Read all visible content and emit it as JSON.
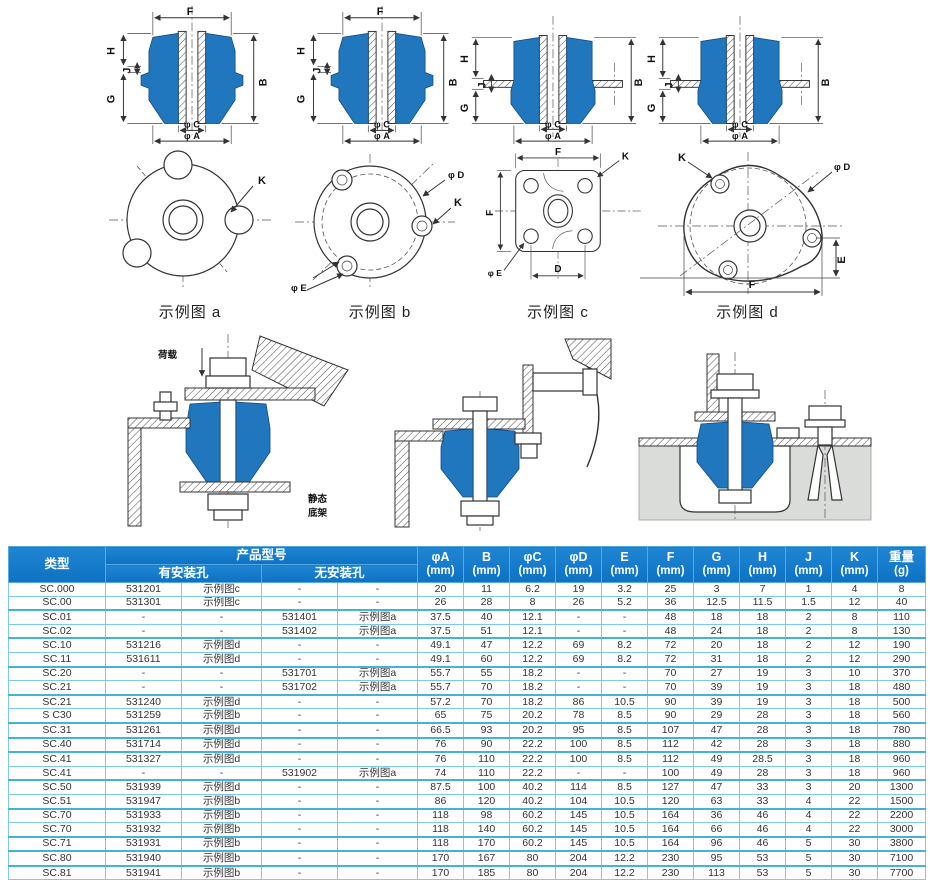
{
  "colors": {
    "header_blue": "#1478cc",
    "grid_cyan": "#6cc6e4",
    "group_separator_cyan": "#45b2d8",
    "drawing_blue": "#2177be",
    "line_dark": "#333333",
    "base_gray": "#d9dcd9"
  },
  "drawing_labels": {
    "f": "F",
    "h": "H",
    "j": "J",
    "g": "G",
    "b": "B",
    "phic": "φ C",
    "phia": "φ A"
  },
  "top_views": {
    "a": {
      "caption": "示例图 a",
      "k": "K"
    },
    "b": {
      "caption": "示例图 b",
      "k": "K",
      "phid": "φ D",
      "phie": "φ E"
    },
    "c": {
      "caption": "示例图 c",
      "k": "K",
      "f_top": "F",
      "f_left": "F",
      "phie": "φ E",
      "d": "D"
    },
    "d": {
      "caption": "示例图 d",
      "k": "K",
      "phid": "φ D",
      "e": "E",
      "f": "F"
    }
  },
  "installation": {
    "load": "荷载",
    "static_line1": "静态",
    "static_line2": "底架"
  },
  "table": {
    "headers": {
      "type": "类型",
      "product_model": "产品型号",
      "with_holes": "有安装孔",
      "without_holes": "无安装孔",
      "dims": [
        {
          "name": "φA",
          "unit": "(mm)"
        },
        {
          "name": "B",
          "unit": "(mm)"
        },
        {
          "name": "φC",
          "unit": "(mm)"
        },
        {
          "name": "φD",
          "unit": "(mm)"
        },
        {
          "name": "E",
          "unit": "(mm)"
        },
        {
          "name": "F",
          "unit": "(mm)"
        },
        {
          "name": "G",
          "unit": "(mm)"
        },
        {
          "name": "H",
          "unit": "(mm)"
        },
        {
          "name": "J",
          "unit": "(mm)"
        },
        {
          "name": "K",
          "unit": "(mm)"
        },
        {
          "name": "重量",
          "unit": "(g)"
        }
      ]
    },
    "rows": [
      {
        "type": "SC.000",
        "wm": "531201",
        "wr": "示例图c",
        "nm": "-",
        "nr": "-",
        "v": [
          "20",
          "11",
          "6.2",
          "19",
          "3.2",
          "25",
          "3",
          "7",
          "1",
          "4",
          "8"
        ],
        "sep": false
      },
      {
        "type": "SC.00",
        "wm": "531301",
        "wr": "示例图c",
        "nm": "-",
        "nr": "-",
        "v": [
          "26",
          "28",
          "8",
          "26",
          "5.2",
          "36",
          "12.5",
          "11.5",
          "1.5",
          "12",
          "40"
        ],
        "sep": false
      },
      {
        "type": "SC.01",
        "wm": "-",
        "wr": "-",
        "nm": "531401",
        "nr": "示例图a",
        "v": [
          "37.5",
          "40",
          "12.1",
          "-",
          "-",
          "48",
          "18",
          "18",
          "2",
          "8",
          "110"
        ],
        "sep": true
      },
      {
        "type": "SC.02",
        "wm": "-",
        "wr": "-",
        "nm": "531402",
        "nr": "示例图a",
        "v": [
          "37.5",
          "51",
          "12.1",
          "-",
          "-",
          "48",
          "24",
          "18",
          "2",
          "8",
          "130"
        ],
        "sep": false
      },
      {
        "type": "SC.10",
        "wm": "531216",
        "wr": "示例图d",
        "nm": "-",
        "nr": "-",
        "v": [
          "49.1",
          "47",
          "12.2",
          "69",
          "8.2",
          "72",
          "20",
          "18",
          "2",
          "12",
          "190"
        ],
        "sep": true
      },
      {
        "type": "SC.11",
        "wm": "531611",
        "wr": "示例图d",
        "nm": "-",
        "nr": "-",
        "v": [
          "49.1",
          "60",
          "12.2",
          "69",
          "8.2",
          "72",
          "31",
          "18",
          "2",
          "12",
          "290"
        ],
        "sep": false
      },
      {
        "type": "SC.20",
        "wm": "-",
        "wr": "-",
        "nm": "531701",
        "nr": "示例图a",
        "v": [
          "55.7",
          "55",
          "18.2",
          "-",
          "-",
          "70",
          "27",
          "19",
          "3",
          "10",
          "370"
        ],
        "sep": true
      },
      {
        "type": "SC.21",
        "wm": "-",
        "wr": "-",
        "nm": "531702",
        "nr": "示例图a",
        "v": [
          "55.7",
          "70",
          "18.2",
          "-",
          "-",
          "70",
          "39",
          "19",
          "3",
          "18",
          "480"
        ],
        "sep": false
      },
      {
        "type": "SC.21",
        "wm": "531240",
        "wr": "示例图d",
        "nm": "-",
        "nr": "-",
        "v": [
          "57.2",
          "70",
          "18.2",
          "86",
          "10.5",
          "90",
          "39",
          "19",
          "3",
          "18",
          "500"
        ],
        "sep": true
      },
      {
        "type": "S C30",
        "wm": "531259",
        "wr": "示例图b",
        "nm": "-",
        "nr": "-",
        "v": [
          "65",
          "75",
          "20.2",
          "78",
          "8.5",
          "90",
          "29",
          "28",
          "3",
          "18",
          "560"
        ],
        "sep": false
      },
      {
        "type": "SC.31",
        "wm": "531261",
        "wr": "示例图d",
        "nm": "-",
        "nr": "-",
        "v": [
          "66.5",
          "93",
          "20.2",
          "95",
          "8.5",
          "107",
          "47",
          "28",
          "3",
          "18",
          "780"
        ],
        "sep": true
      },
      {
        "type": "SC.40",
        "wm": "531714",
        "wr": "示例图d",
        "nm": "-",
        "nr": "-",
        "v": [
          "76",
          "90",
          "22.2",
          "100",
          "8.5",
          "112",
          "42",
          "28",
          "3",
          "18",
          "880"
        ],
        "sep": true
      },
      {
        "type": "SC.41",
        "wm": "531327",
        "wr": "示例图d",
        "nm": "-",
        "nr": "-",
        "v": [
          "76",
          "110",
          "22.2",
          "100",
          "8.5",
          "112",
          "49",
          "28.5",
          "3",
          "18",
          "960"
        ],
        "sep": true
      },
      {
        "type": "SC.41",
        "wm": "-",
        "wr": "-",
        "nm": "531902",
        "nr": "示例图a",
        "v": [
          "74",
          "110",
          "22.2",
          "-",
          "-",
          "100",
          "49",
          "28",
          "3",
          "18",
          "960"
        ],
        "sep": false
      },
      {
        "type": "SC.50",
        "wm": "531939",
        "wr": "示例图d",
        "nm": "-",
        "nr": "-",
        "v": [
          "87.5",
          "100",
          "40.2",
          "114",
          "8.5",
          "127",
          "47",
          "33",
          "3",
          "20",
          "1300"
        ],
        "sep": true
      },
      {
        "type": "SC.51",
        "wm": "531947",
        "wr": "示例图b",
        "nm": "-",
        "nr": "-",
        "v": [
          "86",
          "120",
          "40.2",
          "104",
          "10.5",
          "120",
          "63",
          "33",
          "4",
          "22",
          "1500"
        ],
        "sep": false
      },
      {
        "type": "SC.70",
        "wm": "531933",
        "wr": "示例图b",
        "nm": "-",
        "nr": "-",
        "v": [
          "118",
          "98",
          "60.2",
          "145",
          "10.5",
          "164",
          "36",
          "46",
          "4",
          "22",
          "2200"
        ],
        "sep": true
      },
      {
        "type": "SC.70",
        "wm": "531932",
        "wr": "示例图b",
        "nm": "-",
        "nr": "-",
        "v": [
          "118",
          "140",
          "60.2",
          "145",
          "10.5",
          "164",
          "66",
          "46",
          "4",
          "22",
          "3000"
        ],
        "sep": false
      },
      {
        "type": "SC.71",
        "wm": "531931",
        "wr": "示例图b",
        "nm": "-",
        "nr": "-",
        "v": [
          "118",
          "170",
          "60.2",
          "145",
          "10.5",
          "164",
          "96",
          "46",
          "5",
          "30",
          "3800"
        ],
        "sep": true
      },
      {
        "type": "SC.80",
        "wm": "531940",
        "wr": "示例图b",
        "nm": "-",
        "nr": "-",
        "v": [
          "170",
          "167",
          "80",
          "204",
          "12.2",
          "230",
          "95",
          "53",
          "5",
          "30",
          "7100"
        ],
        "sep": true
      },
      {
        "type": "SC.81",
        "wm": "531941",
        "wr": "示例图b",
        "nm": "-",
        "nr": "-",
        "v": [
          "170",
          "185",
          "80",
          "204",
          "12.2",
          "230",
          "113",
          "53",
          "5",
          "30",
          "7700"
        ],
        "sep": true
      }
    ]
  }
}
